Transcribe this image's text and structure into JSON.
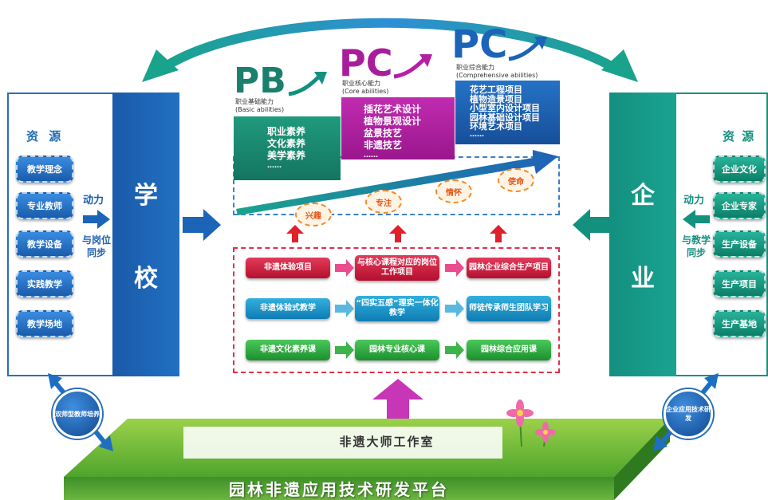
{
  "school": {
    "resources_title": "资 源",
    "resources": [
      "教学理念",
      "专业教师",
      "教学设备",
      "实践教学",
      "教学场地"
    ],
    "power_label": "动力",
    "sync_label": "与岗位同步",
    "name_chars": [
      "学",
      "校"
    ],
    "circle_label": "双师型教师培养"
  },
  "enterprise": {
    "resources_title": "资 源",
    "resources": [
      "企业文化",
      "企业专家",
      "生产设备",
      "生产项目",
      "生产基地"
    ],
    "power_label": "动力",
    "sync_label": "与教学同步",
    "name_chars": [
      "企",
      "业"
    ],
    "circle_label": "企业应用技术研发"
  },
  "abilities": {
    "pb": {
      "big": "PB",
      "cn": "职业基础能力",
      "en": "(Basic abilities)",
      "items": [
        "职业素养",
        "文化素养",
        "美学素养",
        "……"
      ]
    },
    "pc_core": {
      "big": "PC",
      "cn": "职业核心能力",
      "en": "(Core abilities)",
      "items": [
        "插花艺术设计",
        "植物景观设计",
        "盆景技艺",
        "非遗技艺",
        "……"
      ]
    },
    "pc_comp": {
      "big": "PC",
      "cn": "职业综合能力",
      "en": "(Comprehensive abilities)",
      "items": [
        "花艺工程项目",
        "植物造景项目",
        "小型室内设计项目",
        "园林基础设计项目",
        "环境艺术项目",
        "……"
      ]
    },
    "badges": [
      "兴趣",
      "专注",
      "情怀",
      "使命"
    ]
  },
  "matrix": {
    "rows": [
      [
        "非遗体验项目",
        "与核心课程对应的岗位工作项目",
        "园林企业综合生产项目"
      ],
      [
        "非遗体验式教学",
        "“四实五感”理实一体化教学",
        "师徒传承师生团队学习"
      ],
      [
        "非遗文化素养课",
        "园林专业核心课",
        "园林综合应用课"
      ]
    ]
  },
  "platform": {
    "studio": "非遗大师工作室",
    "title": "园林非遗应用技术研发平台"
  },
  "colors": {
    "school_blue": "#1b5fb0",
    "enterprise_teal": "#14907f",
    "pb_green": "#1a8a6e",
    "pc_magenta": "#b51fa6",
    "pc_blue": "#1b64b8",
    "arc_teal": "#1aa38c"
  }
}
